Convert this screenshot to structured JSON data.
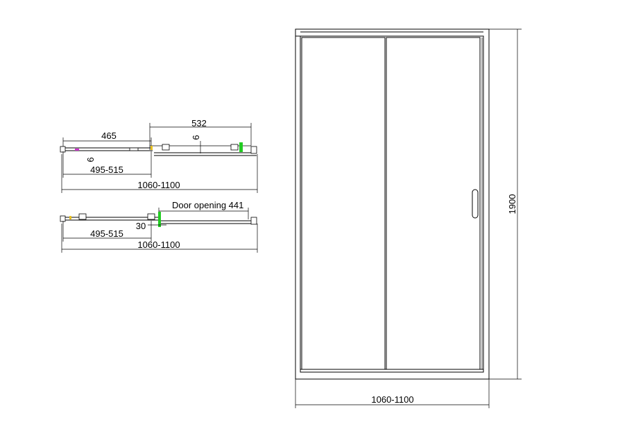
{
  "top_plan": {
    "dim_465": "465",
    "dim_532": "532",
    "dim_6_left": "6",
    "dim_6_right": "6",
    "dim_495_515": "495-515",
    "dim_1060_1100": "1060-1100"
  },
  "bottom_plan": {
    "door_opening": "Door opening 441",
    "dim_30": "30",
    "dim_495_515": "495-515",
    "dim_1060_1100": "1060-1100"
  },
  "elevation": {
    "width_label": "1060-1100",
    "height_label": "1900"
  },
  "colors": {
    "line": "#000000",
    "accent_green": "#22cc22",
    "accent_yellow": "#e8c020",
    "accent_magenta": "#cc33cc"
  }
}
